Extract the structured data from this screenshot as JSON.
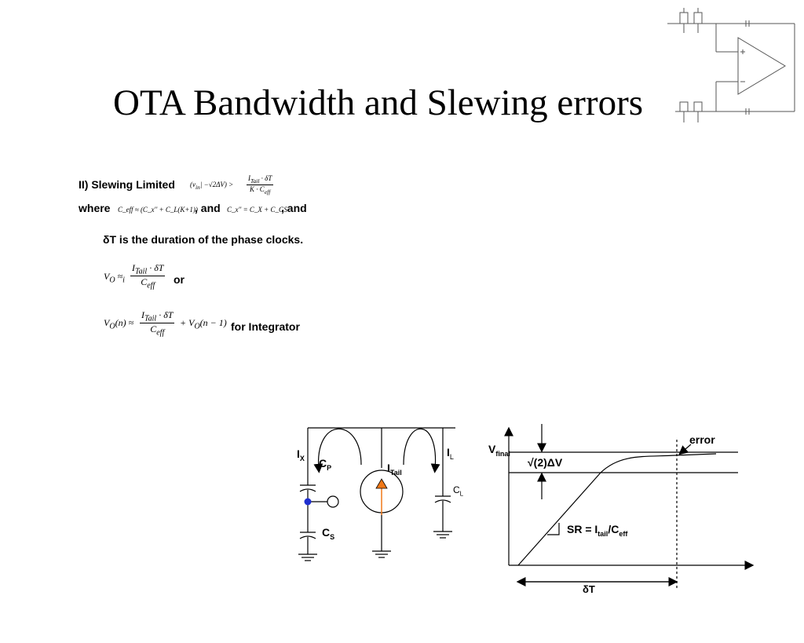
{
  "slide": {
    "title": "OTA Bandwidth and Slewing errors"
  },
  "text": {
    "line1": "II) Slewing Limited",
    "line1_eq_left": "(v",
    "line1_eq_sub": "in",
    "line1_eq_mid": "| −√2ΔV) >",
    "line1_num": "I",
    "line1_num_sub": "Tail",
    "line1_num_tail": " · δT",
    "line1_den": "K · C",
    "line1_den_sub": "eff",
    "line2_where": "where",
    "line2_eq1": "C_eff ≈ (C_x'' + C_L(K+1))",
    "line2_and1": ", and",
    "line2_eq2": "C_x'' = C_X + C_GS",
    "line2_and2": ", and",
    "line3": "δT is the duration of the phase clocks.",
    "eq4_left": "V",
    "eq4_left_sub": "O",
    "eq4_approx": "≈",
    "eq4_approx_sub": "i",
    "eq4_num": "I",
    "eq4_num_sub": "Tail",
    "eq4_num_tail": " · δT",
    "eq4_den": "C",
    "eq4_den_sub": "eff",
    "eq4_or": "or",
    "eq5_left": "V",
    "eq5_left_sub": "O",
    "eq5_left_tail": "(n) ≈",
    "eq5_num": "I",
    "eq5_num_sub": "Tail",
    "eq5_num_tail": " · δT",
    "eq5_den": "C",
    "eq5_den_sub": "eff",
    "eq5_right": "+ V",
    "eq5_right_sub": "O",
    "eq5_right_tail": "(n − 1)",
    "eq5_suffix": "for Integrator"
  },
  "circuit": {
    "ix": "I",
    "ix_sub": "X",
    "cp": "C",
    "cp_sub": "P",
    "itail": "I",
    "itail_sub": "Tail",
    "il": "I",
    "il_sub": "L",
    "cl": "C",
    "cl_sub": "L",
    "cs": "C",
    "cs_sub": "S"
  },
  "graph": {
    "vfinal": "V",
    "vfinal_sub": "final",
    "sqrt_label": "√(2)ΔV",
    "error": "error",
    "sr": "SR = I",
    "sr_sub": "tail",
    "sr_mid": "/C",
    "sr_sub2": "eff",
    "dt": "δT"
  },
  "colors": {
    "node_blue": "#1f2fd0",
    "source_orange": "#f07818"
  },
  "icons": {
    "corner": "switched-capacitor-opamp-icon"
  }
}
